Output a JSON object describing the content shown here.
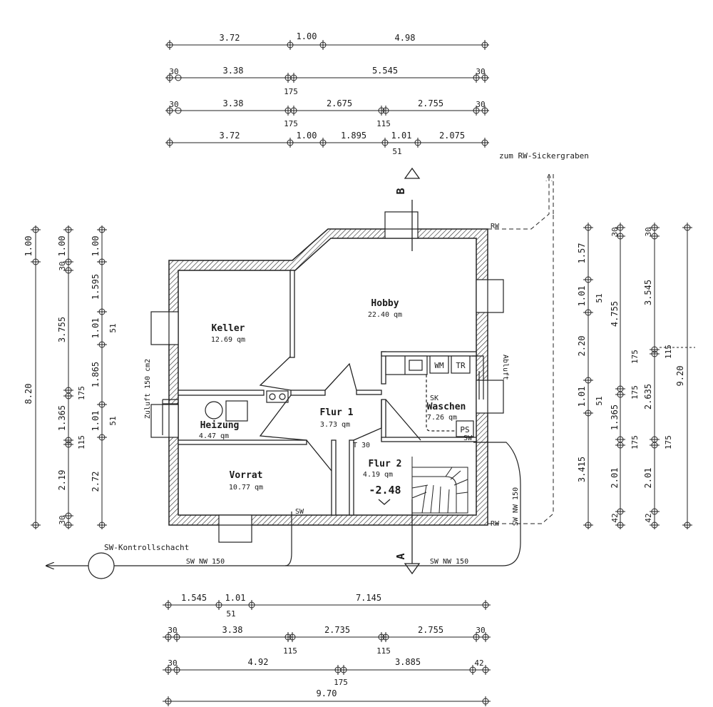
{
  "dims_top": {
    "r1": [
      "3.72",
      "1.00",
      "4.98"
    ],
    "r2": [
      "30",
      "3.38",
      "5.545",
      "30",
      "175"
    ],
    "r3": [
      "30",
      "3.38",
      "2.675",
      "2.755",
      "30",
      "175",
      "115"
    ],
    "r4": [
      "3.72",
      "1.00",
      "1.895",
      "1.01",
      "2.075",
      "51"
    ]
  },
  "dims_bottom": {
    "r1": [
      "1.545",
      "1.01",
      "7.145",
      "51"
    ],
    "r2": [
      "30",
      "3.38",
      "2.735",
      "2.755",
      "30",
      "115",
      "115"
    ],
    "r3": [
      "30",
      "4.92",
      "3.885",
      "42",
      "175"
    ],
    "r4": [
      "9.70"
    ]
  },
  "dims_left": {
    "c1": [
      "1.00",
      "8.20"
    ],
    "c2": [
      "1.00",
      "30",
      "3.755",
      "175",
      "1.365",
      "115",
      "2.19",
      "30"
    ],
    "c3": [
      "1.00",
      "1.595",
      "1.01",
      "51",
      "1.865",
      "1.01",
      "51",
      "2.72"
    ]
  },
  "dims_right": {
    "c1": [
      "1.57",
      "1.01",
      "51",
      "2.20",
      "1.01",
      "51",
      "3.415"
    ],
    "c2": [
      "30",
      "4.755",
      "175",
      "1.365",
      "175",
      "2.01",
      "42"
    ],
    "c3": [
      "30",
      "3.545",
      "115",
      "175",
      "2.635",
      "175",
      "2.01",
      "42"
    ],
    "c4": [
      "9.20"
    ]
  },
  "rooms": {
    "keller": {
      "name": "Keller",
      "area": "12.69 qm"
    },
    "hobby": {
      "name": "Hobby",
      "area": "22.40 qm"
    },
    "heizung": {
      "name": "Heizung",
      "area": "4.47 qm"
    },
    "flur1": {
      "name": "Flur 1",
      "area": "3.73 qm"
    },
    "waschen": {
      "name": "Waschen",
      "area": "7.26 qm"
    },
    "vorrat": {
      "name": "Vorrat",
      "area": "10.77 qm"
    },
    "flur2": {
      "name": "Flur 2",
      "area": "4.19 qm"
    }
  },
  "labels": {
    "sickergraben": "zum RW-Sickergraben",
    "kontrollschacht": "SW-Kontrollschacht",
    "sw_nw150_a": "SW NW 150",
    "sw_nw150_b": "SW NW 150",
    "sw_nw150_c": "SW NW 150",
    "zuluft": "Zuluft 150 cm2",
    "abluft": "Abluft",
    "wm": "WM",
    "tr": "TR",
    "ps": "PS",
    "sk": "SK",
    "sw1": "SW",
    "sw2": "SW",
    "rw1": "RW",
    "rw2": "RW",
    "t30": "T 30",
    "level": "-2.48",
    "section_a": "A",
    "section_b": "B"
  }
}
